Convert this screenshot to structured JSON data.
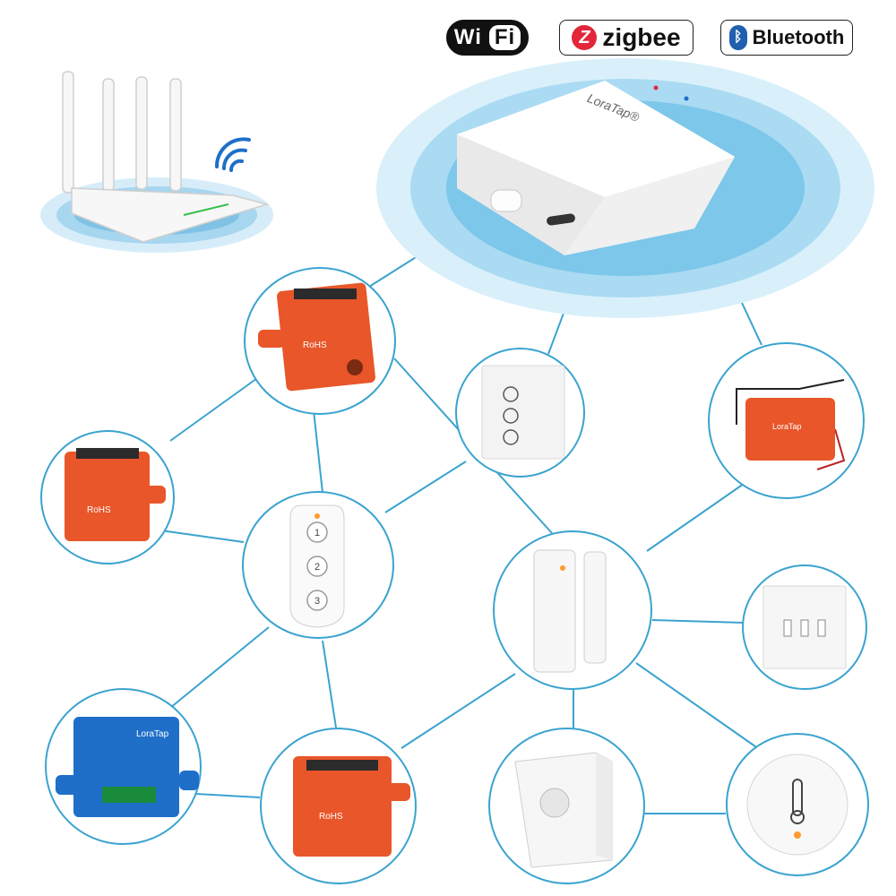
{
  "badges": {
    "wifi": {
      "part1": "Wi",
      "part2": "Fi"
    },
    "zigbee": {
      "logo": "Z",
      "label": "zigbee"
    },
    "bluetooth": {
      "logo": "ᛒ",
      "label": "Bluetooth"
    }
  },
  "hub": {
    "brand": "LoraTap®"
  },
  "colors": {
    "accent": "#3aa3cf",
    "ring_outer": "#cfeaf7",
    "ring_inner": "#9fd3ee",
    "module_orange": "#e8562a",
    "module_blue": "#1f6fc9"
  },
  "devices": [
    {
      "id": "router",
      "icon": "router-icon"
    },
    {
      "id": "hub",
      "icon": "hub-icon"
    },
    {
      "id": "module-top",
      "icon": "switch-module-icon",
      "label": "RoHS"
    },
    {
      "id": "module-left",
      "icon": "switch-module-icon",
      "label": "RoHS"
    },
    {
      "id": "curtain-switch",
      "icon": "curtain-switch-icon"
    },
    {
      "id": "module-right",
      "icon": "switch-module-icon",
      "label": "LoraTap"
    },
    {
      "id": "remote",
      "icon": "remote-icon",
      "buttons": [
        "1",
        "2",
        "3"
      ]
    },
    {
      "id": "door-sensor",
      "icon": "door-sensor-icon"
    },
    {
      "id": "three-gang-switch",
      "icon": "wall-switch-icon"
    },
    {
      "id": "blue-module",
      "icon": "switch-module-icon",
      "label": "LoraTap"
    },
    {
      "id": "module-bottom",
      "icon": "switch-module-icon",
      "label": "RoHS"
    },
    {
      "id": "motion-sensor",
      "icon": "motion-sensor-icon"
    },
    {
      "id": "temp-sensor",
      "icon": "thermometer-icon"
    }
  ]
}
